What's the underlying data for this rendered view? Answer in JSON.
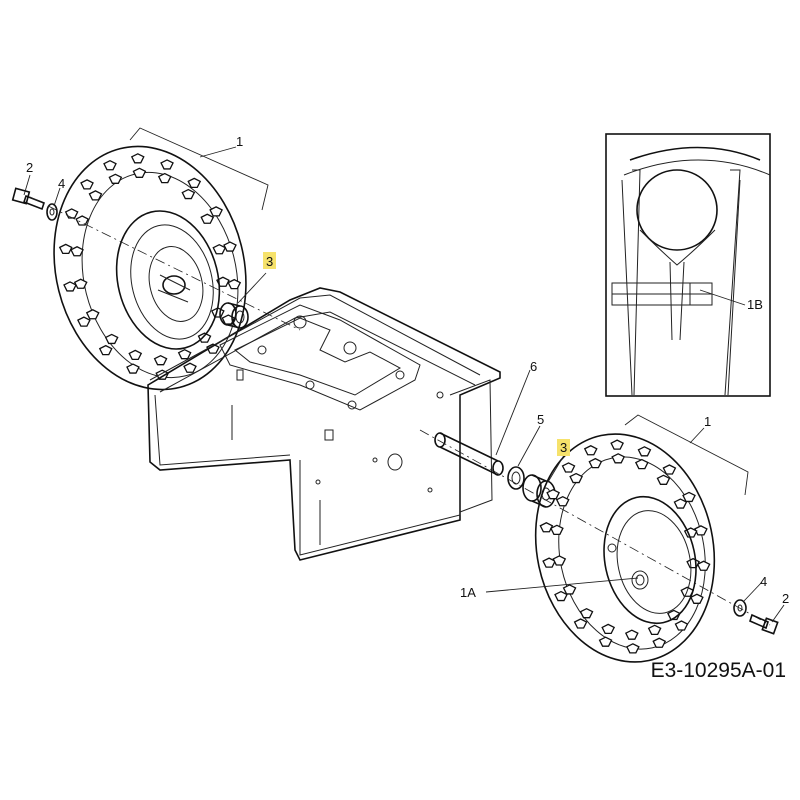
{
  "diagram": {
    "drawing_id": "E3-10295A-01",
    "highlight_color": "#f6e26b",
    "line_color": "#111111",
    "callouts": {
      "wheel_left": "1",
      "wheel_right": "1",
      "hub_1a": "1A",
      "valve_1b": "1B",
      "bolt_left": "2",
      "bolt_right": "2",
      "spacer_left": "3",
      "spacer_right": "3",
      "washer_left": "4",
      "washer_right": "4",
      "bushing": "5",
      "axle": "6"
    }
  }
}
